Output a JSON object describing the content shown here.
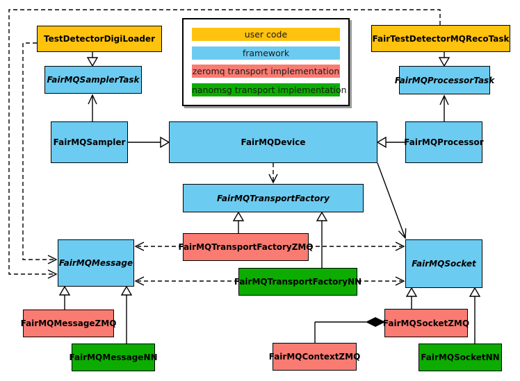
{
  "colors": {
    "user_code": "#FFC20E",
    "framework": "#6CCBF0",
    "zeromq": "#F97B72",
    "nanomsg": "#0CAD00",
    "line": "#000000",
    "background": "#FFFFFF",
    "legend_shadow": "#9A9A9A"
  },
  "legend": {
    "items": [
      {
        "label": "user code",
        "category": "user_code"
      },
      {
        "label": "framework",
        "category": "framework"
      },
      {
        "label": "zeromq transport implementation",
        "category": "zeromq"
      },
      {
        "label": "nanomsg transport implementation",
        "category": "nanomsg"
      }
    ]
  },
  "nodes": {
    "test_detector_digi_loader": {
      "label": "TestDetectorDigiLoader",
      "category": "user_code",
      "abstract": false
    },
    "fair_test_detector_mq_reco_task": {
      "label": "FairTestDetectorMQRecoTask",
      "category": "user_code",
      "abstract": false
    },
    "fairmq_sampler_task": {
      "label": "FairMQSamplerTask",
      "category": "framework",
      "abstract": true
    },
    "fairmq_processor_task": {
      "label": "FairMQProcessorTask",
      "category": "framework",
      "abstract": true
    },
    "fairmq_sampler": {
      "label": "FairMQSampler",
      "category": "framework",
      "abstract": false
    },
    "fairmq_device": {
      "label": "FairMQDevice",
      "category": "framework",
      "abstract": false
    },
    "fairmq_processor": {
      "label": "FairMQProcessor",
      "category": "framework",
      "abstract": false
    },
    "fairmq_transport_factory": {
      "label": "FairMQTransportFactory",
      "category": "framework",
      "abstract": true
    },
    "fairmq_message": {
      "label": "FairMQMessage",
      "category": "framework",
      "abstract": true
    },
    "fairmq_socket": {
      "label": "FairMQSocket",
      "category": "framework",
      "abstract": true
    },
    "fairmq_transport_factory_zmq": {
      "label": "FairMQTransportFactoryZMQ",
      "category": "zeromq",
      "abstract": false
    },
    "fairmq_transport_factory_nn": {
      "label": "FairMQTransportFactoryNN",
      "category": "nanomsg",
      "abstract": false
    },
    "fairmq_message_zmq": {
      "label": "FairMQMessageZMQ",
      "category": "zeromq",
      "abstract": false
    },
    "fairmq_message_nn": {
      "label": "FairMQMessageNN",
      "category": "nanomsg",
      "abstract": false
    },
    "fairmq_context_zmq": {
      "label": "FairMQContextZMQ",
      "category": "zeromq",
      "abstract": false
    },
    "fairmq_socket_zmq": {
      "label": "FairMQSocketZMQ",
      "category": "zeromq",
      "abstract": false
    },
    "fairmq_socket_nn": {
      "label": "FairMQSocketNN",
      "category": "nanomsg",
      "abstract": false
    }
  },
  "relationships": [
    {
      "from": "TestDetectorDigiLoader",
      "to": "FairMQSamplerTask",
      "type": "inheritance"
    },
    {
      "from": "FairTestDetectorMQRecoTask",
      "to": "FairMQProcessorTask",
      "type": "inheritance"
    },
    {
      "from": "FairMQSampler",
      "to": "FairMQDevice",
      "type": "inheritance"
    },
    {
      "from": "FairMQProcessor",
      "to": "FairMQDevice",
      "type": "inheritance"
    },
    {
      "from": "FairMQSampler",
      "to": "FairMQSamplerTask",
      "type": "association"
    },
    {
      "from": "FairMQProcessor",
      "to": "FairMQProcessorTask",
      "type": "association"
    },
    {
      "from": "FairMQDevice",
      "to": "FairMQTransportFactory",
      "type": "dependency"
    },
    {
      "from": "FairMQDevice",
      "to": "FairMQSocket",
      "type": "association"
    },
    {
      "from": "TestDetectorDigiLoader",
      "to": "FairMQMessage",
      "type": "dependency"
    },
    {
      "from": "FairTestDetectorMQRecoTask",
      "to": "FairMQMessage",
      "type": "dependency"
    },
    {
      "from": "FairMQTransportFactoryZMQ",
      "to": "FairMQTransportFactory",
      "type": "inheritance"
    },
    {
      "from": "FairMQTransportFactoryNN",
      "to": "FairMQTransportFactory",
      "type": "inheritance"
    },
    {
      "from": "FairMQTransportFactoryZMQ",
      "to": "FairMQMessage",
      "type": "dependency"
    },
    {
      "from": "FairMQTransportFactoryZMQ",
      "to": "FairMQSocket",
      "type": "dependency"
    },
    {
      "from": "FairMQTransportFactoryNN",
      "to": "FairMQMessage",
      "type": "dependency"
    },
    {
      "from": "FairMQTransportFactoryNN",
      "to": "FairMQSocket",
      "type": "dependency"
    },
    {
      "from": "FairMQMessageZMQ",
      "to": "FairMQMessage",
      "type": "inheritance"
    },
    {
      "from": "FairMQMessageNN",
      "to": "FairMQMessage",
      "type": "inheritance"
    },
    {
      "from": "FairMQSocketZMQ",
      "to": "FairMQSocket",
      "type": "inheritance"
    },
    {
      "from": "FairMQSocketNN",
      "to": "FairMQSocket",
      "type": "inheritance"
    },
    {
      "from": "FairMQSocketZMQ",
      "to": "FairMQContextZMQ",
      "type": "composition"
    }
  ]
}
